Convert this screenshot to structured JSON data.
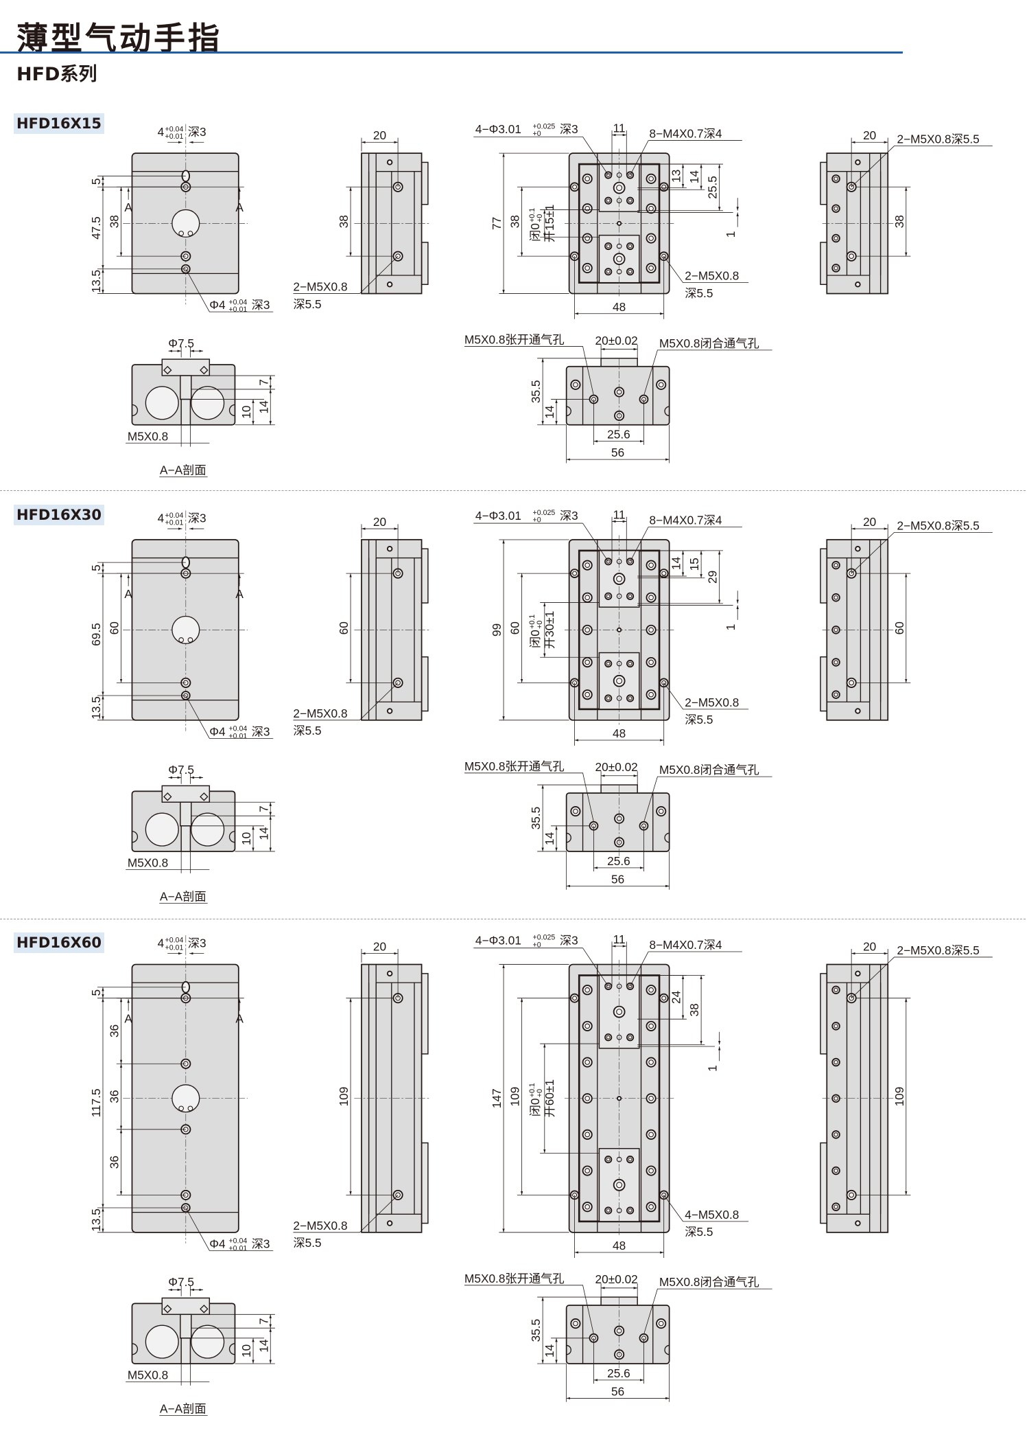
{
  "header": {
    "title": "薄型气动手指",
    "series": "HFD系列"
  },
  "colors": {
    "accent": "#1f5fa8",
    "model_tag_bg": "#dde8f5",
    "body_fill": "#dcdcdc"
  },
  "sections": [
    {
      "model": "HFD16X15",
      "front": {
        "top_hole": {
          "base": "4",
          "upper": "+0.04",
          "lower": "+0.01",
          "suffix": "深3"
        },
        "outer_dims": [
          "5",
          "47.5",
          "13.5"
        ],
        "inner_dims": [
          "38"
        ],
        "section_mark": "A",
        "bottom_hole": {
          "base": "Φ4",
          "upper": "+0.04",
          "lower": "+0.01",
          "suffix": "深3"
        }
      },
      "side": {
        "width": "20",
        "pitch": "38",
        "thread": "2−M5X0.8",
        "depth": "深5.5"
      },
      "jaw": {
        "pin_hole": {
          "base": "4−Φ3.01",
          "upper": "+0.025",
          "lower": "+0",
          "suffix": "深3"
        },
        "pin_pitch": "11",
        "thread_holes": "8−M4X0.7深4",
        "right_dims": [
          "13",
          "14",
          "25.5",
          "1"
        ],
        "length": "77",
        "mount_pitch": "38",
        "closed": {
          "base": "闭0",
          "upper": "+0.1",
          "lower": "+0"
        },
        "open": "开15±1",
        "width": "48",
        "mount_thread": "2−M5X0.8",
        "mount_depth": "深5.5"
      },
      "rside": {
        "width": "20",
        "thread": "2−M5X0.8深5.5",
        "pitch": "38"
      },
      "section": {
        "bore": "Φ7.5",
        "dims": [
          "7",
          "10",
          "14"
        ],
        "port": "M5X0.8",
        "caption": "A−A剖面"
      },
      "end": {
        "open_port": "M5X0.8张开通气孔",
        "jaw_width": "20±0.02",
        "close_port": "M5X0.8闭合通气孔",
        "height": "35.5",
        "port_height": "14",
        "port_pitch": "25.6",
        "width": "56"
      }
    },
    {
      "model": "HFD16X30",
      "front": {
        "top_hole": {
          "base": "4",
          "upper": "+0.04",
          "lower": "+0.01",
          "suffix": "深3"
        },
        "outer_dims": [
          "5",
          "69.5",
          "13.5"
        ],
        "inner_dims": [
          "60"
        ],
        "section_mark": "A",
        "bottom_hole": {
          "base": "Φ4",
          "upper": "+0.04",
          "lower": "+0.01",
          "suffix": "深3"
        }
      },
      "side": {
        "width": "20",
        "pitch": "60",
        "thread": "2−M5X0.8",
        "depth": "深5.5"
      },
      "jaw": {
        "pin_hole": {
          "base": "4−Φ3.01",
          "upper": "+0.025",
          "lower": "+0",
          "suffix": "深3"
        },
        "pin_pitch": "11",
        "thread_holes": "8−M4X0.7深4",
        "right_dims": [
          "14",
          "15",
          "29",
          "1"
        ],
        "length": "99",
        "mount_pitch": "60",
        "closed": {
          "base": "闭0",
          "upper": "+0.1",
          "lower": "+0"
        },
        "open": "开30±1",
        "width": "48",
        "mount_thread": "2−M5X0.8",
        "mount_depth": "深5.5"
      },
      "rside": {
        "width": "20",
        "thread": "2−M5X0.8深5.5",
        "pitch": "60"
      },
      "section": {
        "bore": "Φ7.5",
        "dims": [
          "7",
          "10",
          "14"
        ],
        "port": "M5X0.8",
        "caption": "A−A剖面"
      },
      "end": {
        "open_port": "M5X0.8张开通气孔",
        "jaw_width": "20±0.02",
        "close_port": "M5X0.8闭合通气孔",
        "height": "35.5",
        "port_height": "14",
        "port_pitch": "25.6",
        "width": "56"
      }
    },
    {
      "model": "HFD16X60",
      "front": {
        "top_hole": {
          "base": "4",
          "upper": "+0.04",
          "lower": "+0.01",
          "suffix": "深3"
        },
        "outer_dims": [
          "5",
          "117.5",
          "13.5"
        ],
        "inner_dims": [
          "36",
          "36",
          "36"
        ],
        "section_mark": "A",
        "bottom_hole": {
          "base": "Φ4",
          "upper": "+0.04",
          "lower": "+0.01",
          "suffix": "深3"
        }
      },
      "side": {
        "width": "20",
        "pitch": "109",
        "thread": "2−M5X0.8",
        "depth": "深5.5"
      },
      "jaw": {
        "pin_hole": {
          "base": "4−Φ3.01",
          "upper": "+0.025",
          "lower": "+0",
          "suffix": "深3"
        },
        "pin_pitch": "11",
        "thread_holes": "8−M4X0.7深4",
        "right_dims": [
          "24",
          "38",
          "1"
        ],
        "length": "147",
        "mount_pitch": "109",
        "closed": {
          "base": "闭0",
          "upper": "+0.1",
          "lower": "+0"
        },
        "open": "开60±1",
        "width": "48",
        "mount_thread": "4−M5X0.8",
        "mount_depth": "深5.5"
      },
      "rside": {
        "width": "20",
        "thread": "2−M5X0.8深5.5",
        "pitch": "109"
      },
      "section": {
        "bore": "Φ7.5",
        "dims": [
          "7",
          "10",
          "14"
        ],
        "port": "M5X0.8",
        "caption": "A−A剖面"
      },
      "end": {
        "open_port": "M5X0.8张开通气孔",
        "jaw_width": "20±0.02",
        "close_port": "M5X0.8闭合通气孔",
        "height": "35.5",
        "port_height": "14",
        "port_pitch": "25.6",
        "width": "56"
      }
    }
  ]
}
